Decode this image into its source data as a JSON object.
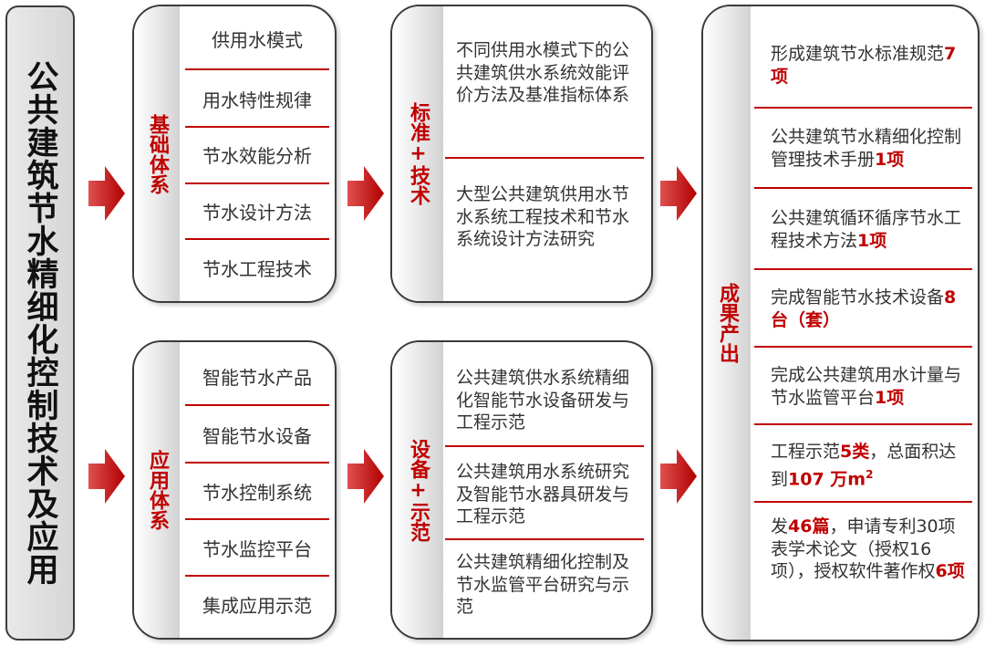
{
  "title": "公共建筑节水精细化控制技术及应用",
  "foundation": {
    "label": "基础体系",
    "items": [
      "供用水模式",
      "用水特性规律",
      "节水效能分析",
      "节水设计方法",
      "节水工程技术"
    ]
  },
  "application": {
    "label": "应用体系",
    "items": [
      "智能节水产品",
      "智能节水设备",
      "节水控制系统",
      "节水监控平台",
      "集成应用示范"
    ]
  },
  "standard": {
    "label": "标准+技术",
    "items": [
      "不同供用水模式下的公共建筑供水系统效能评价方法及基准指标体系",
      "大型公共建筑供用水节水系统工程技术和节水系统设计方法研究"
    ]
  },
  "equipment": {
    "label": "设备+示范",
    "items": [
      "公共建筑供水系统精细化智能节水设备研发与工程示范",
      "公共建筑用水系统研究及智能节水器具研发与工程示范",
      "公共建筑精细化控制及节水监管平台研究与示范"
    ]
  },
  "outcomes": {
    "label": "成果产出",
    "items": [
      {
        "a": "形成建筑节水标准规范",
        "h": "7项",
        "b": ""
      },
      {
        "a": "公共建筑节水精细化控制管理技术手册",
        "h": "1项",
        "b": ""
      },
      {
        "a": "公共建筑循环循序节水工程技术方法",
        "h": "1项",
        "b": ""
      },
      {
        "a": "完成智能节水技术设备",
        "h": "8台（套）",
        "b": ""
      },
      {
        "a": "完成公共建筑用水计量与节水监管平台",
        "h": "1项",
        "b": ""
      },
      {
        "a": "工程示范",
        "h": "5类",
        "b": "，总面积达到",
        "h2": "107 万m",
        "sup": "2"
      },
      {
        "a": "发",
        "h": "46篇",
        "b": "，申请专利30项表学术论文（授权16项），授权软件著作权",
        "h2": "6项"
      }
    ]
  },
  "colors": {
    "accent": "#c00000",
    "border": "#3b3b3b",
    "arrow": "#c00000"
  }
}
